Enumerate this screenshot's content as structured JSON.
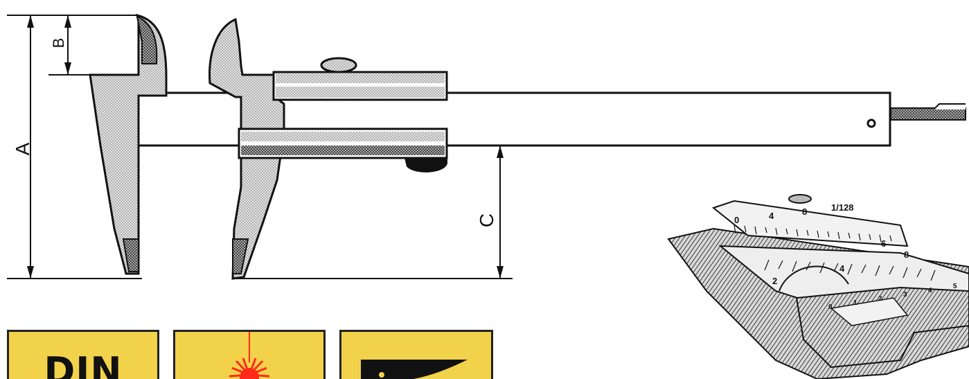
{
  "diagram": {
    "dimension_labels": {
      "a": "A",
      "b": "B",
      "c": "C"
    },
    "vernier_scale": {
      "main_numbers": [
        "0",
        "4",
        "8",
        "1/128"
      ],
      "vernier_numbers": [
        "2",
        "4",
        "6",
        "8"
      ],
      "bottom_numbers": [
        "0",
        "1",
        "2",
        "3",
        "4",
        "5"
      ]
    }
  },
  "badges": [
    {
      "icon": "din-standard-icon",
      "text": "DIN"
    },
    {
      "icon": "laser-icon",
      "text": ""
    },
    {
      "icon": "anvil-icon",
      "text": ""
    }
  ],
  "colors": {
    "badge_background": "#f2d24a",
    "laser_red": "#ff2a1a",
    "stipple_light": "#cfcfcf",
    "stipple_dark": "#7a7a7a"
  }
}
